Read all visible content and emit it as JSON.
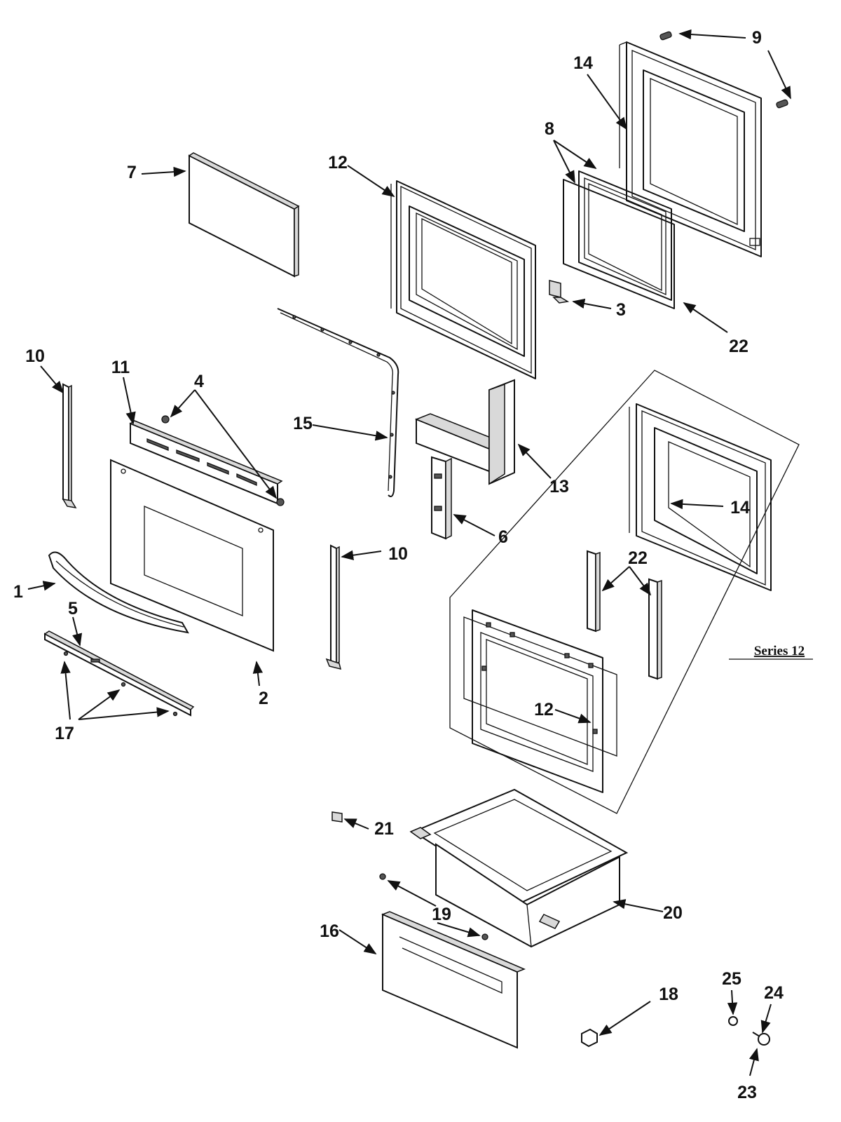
{
  "diagram": {
    "callouts": [
      {
        "id": "c9",
        "label": "9"
      },
      {
        "id": "c14a",
        "label": "14"
      },
      {
        "id": "c8",
        "label": "8"
      },
      {
        "id": "c7",
        "label": "7"
      },
      {
        "id": "c12a",
        "label": "12"
      },
      {
        "id": "c3",
        "label": "3"
      },
      {
        "id": "c22a",
        "label": "22"
      },
      {
        "id": "c10a",
        "label": "10"
      },
      {
        "id": "c11",
        "label": "11"
      },
      {
        "id": "c4",
        "label": "4"
      },
      {
        "id": "c15",
        "label": "15"
      },
      {
        "id": "c13",
        "label": "13"
      },
      {
        "id": "c6",
        "label": "6"
      },
      {
        "id": "c10b",
        "label": "10"
      },
      {
        "id": "c14b",
        "label": "14"
      },
      {
        "id": "c22b",
        "label": "22"
      },
      {
        "id": "c1",
        "label": "1"
      },
      {
        "id": "c5",
        "label": "5"
      },
      {
        "id": "c2",
        "label": "2"
      },
      {
        "id": "c17",
        "label": "17"
      },
      {
        "id": "c12b",
        "label": "12"
      },
      {
        "id": "c21",
        "label": "21"
      },
      {
        "id": "c19",
        "label": "19"
      },
      {
        "id": "c20",
        "label": "20"
      },
      {
        "id": "c16",
        "label": "16"
      },
      {
        "id": "c18",
        "label": "18"
      },
      {
        "id": "c25",
        "label": "25"
      },
      {
        "id": "c24",
        "label": "24"
      },
      {
        "id": "c23",
        "label": "23"
      }
    ],
    "series_label": "Series 12"
  }
}
